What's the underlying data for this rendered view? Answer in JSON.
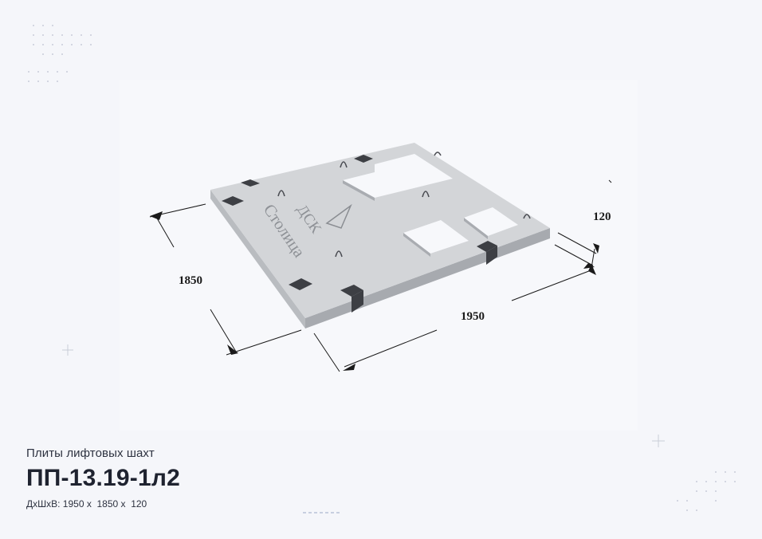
{
  "product": {
    "category": "Плиты лифтовых шахт",
    "model": "ПП-13.19-1л2",
    "dimensions_line": "ДхШхВ: 1950 х  1850 х  120"
  },
  "drawing": {
    "length_label": "1950",
    "width_label": "1850",
    "height_label": "120",
    "logo_top": "ДСК",
    "logo_bottom": "Столица"
  }
}
